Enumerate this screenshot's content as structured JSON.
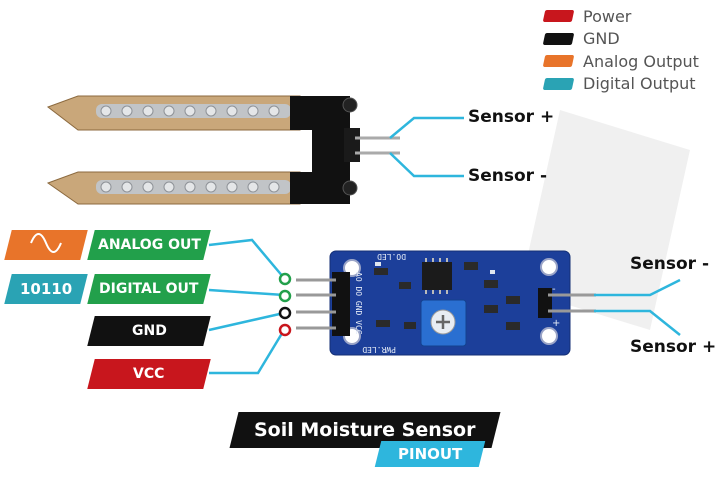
{
  "legend": [
    {
      "label": "Power",
      "color": "#c8161d"
    },
    {
      "label": "GND",
      "color": "#111111"
    },
    {
      "label": "Analog Output",
      "color": "#e8742a"
    },
    {
      "label": "Digital Output",
      "color": "#2aa3b4"
    }
  ],
  "probe_labels": {
    "plus": "Sensor +",
    "minus": "Sensor -"
  },
  "module_labels": {
    "minus": "Sensor -",
    "plus": "Sensor +"
  },
  "pins": {
    "analog": {
      "label": "ANALOG OUT",
      "color": "#22a04b"
    },
    "digital": {
      "label": "DIGITAL OUT",
      "color": "#22a04b"
    },
    "gnd": {
      "label": "GND",
      "color": "#111111"
    },
    "vcc": {
      "label": "VCC",
      "color": "#c8161d"
    }
  },
  "digital_signal_text": "10110",
  "silkscreen": {
    "top": "DO.LED",
    "pins": "AO DO GND VCC",
    "bottom": "PWR.LED",
    "minus": "-",
    "plus": "+"
  },
  "title": "Soil Moisture Sensor",
  "subtitle": "PINOUT",
  "colors": {
    "wire": "#2eb6dd",
    "pcb": "#1c3f9a",
    "probe": "#c9a77a",
    "pad": "#bfc3c7"
  }
}
